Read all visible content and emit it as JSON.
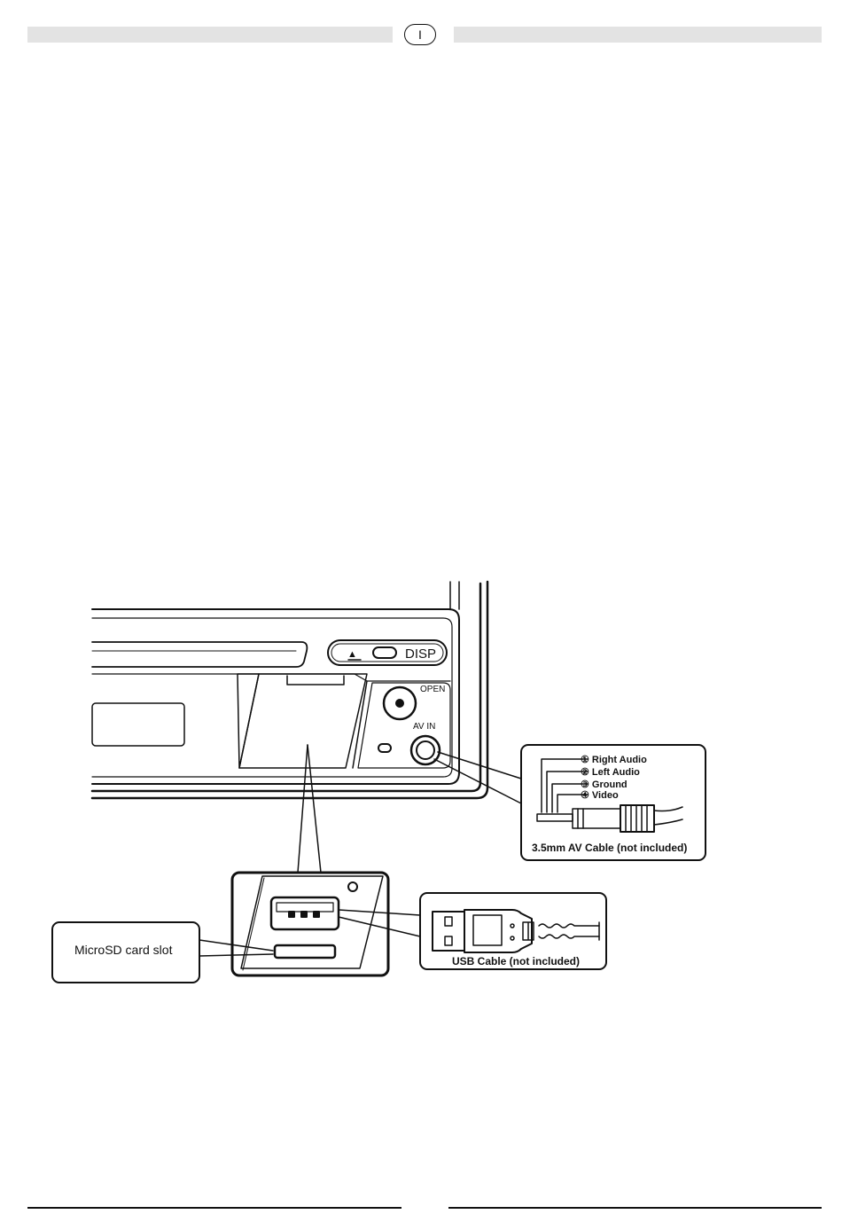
{
  "header": {
    "page_marker": "I"
  },
  "panel": {
    "eject_symbol": "▲",
    "disp_button": "DISP",
    "open_label": "OPEN",
    "av_in_label": "AV IN"
  },
  "av_cable": {
    "pins": [
      "① Right Audio",
      "② Left Audio",
      "③ Ground",
      "④ Video"
    ],
    "caption": "3.5mm AV Cable (not included)"
  },
  "usb_cable": {
    "caption": "USB Cable (not included)"
  },
  "callout": {
    "microsd": "MicroSD card slot"
  }
}
